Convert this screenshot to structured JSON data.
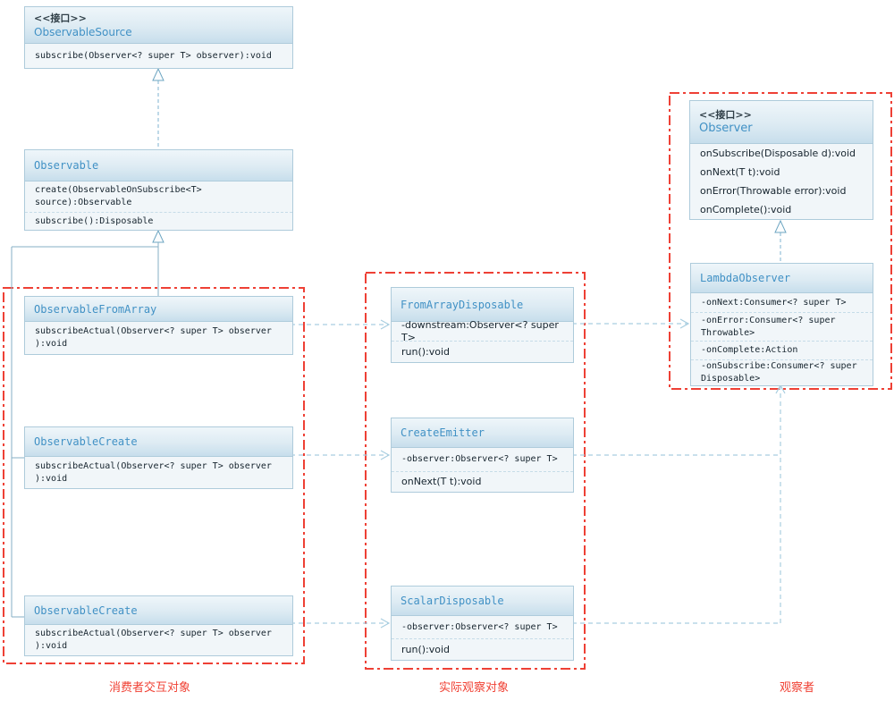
{
  "colors": {
    "class_title": "#4191c5",
    "box_border": "#aecbdb",
    "header_gradient_top": "#eff6fa",
    "header_gradient_bottom": "#c7deec",
    "body_background": "#f1f6f9",
    "solid_line": "#86afc6",
    "dashed_dependency_line": "#a9cee0",
    "group_border_red": "#ee4035",
    "group_label_red": "#f04134"
  },
  "classes": {
    "observable_source": {
      "stereotype": "<<接口>>",
      "name": "ObservableSource",
      "members": {
        "m1": "subscribe(Observer<? super T> observer):void"
      }
    },
    "observable": {
      "name": "Observable",
      "members": {
        "m1a": "create(ObservableOnSubscribe<T>",
        "m1b": "source):Observable",
        "m2": "subscribe():Disposable"
      }
    },
    "observable_from_array": {
      "name": "ObservableFromArray",
      "members": {
        "m1a": "subscribeActual(Observer<? super T> observer",
        "m1b": "):void"
      }
    },
    "observable_create_1": {
      "name": "ObservableCreate",
      "members": {
        "m1a": "subscribeActual(Observer<? super T> observer",
        "m1b": "):void"
      }
    },
    "observable_create_2": {
      "name": "ObservableCreate",
      "members": {
        "m1a": "subscribeActual(Observer<? super T> observer",
        "m1b": "):void"
      }
    },
    "from_array_disposable": {
      "name": "FromArrayDisposable",
      "members": {
        "f1": "-downstream:Observer<? super T>",
        "m1": "run():void"
      }
    },
    "create_emitter": {
      "name": "CreateEmitter",
      "members": {
        "f1": "-observer:Observer<? super T>",
        "m1": "onNext(T t):void"
      }
    },
    "scalar_disposable": {
      "name": "ScalarDisposable",
      "members": {
        "f1": "-observer:Observer<? super T>",
        "m1": "run():void"
      }
    },
    "observer_interface": {
      "stereotype": "<<接口>>",
      "name": "Observer",
      "members": {
        "m1": "onSubscribe(Disposable d):void",
        "m2": "onNext(T t):void",
        "m3": "onError(Throwable error):void",
        "m4": "onComplete():void"
      }
    },
    "lambda_observer": {
      "name": "LambdaObserver",
      "members": {
        "f1": "-onNext:Consumer<? super T>",
        "f2a": "-onError:Consumer<? super",
        "f2b": "Throwable>",
        "f3": "-onComplete:Action",
        "f4a": "-onSubscribe:Consumer<? super",
        "f4b": "Disposable>"
      }
    }
  },
  "group_labels": {
    "consumers": "消费者交互对象",
    "actual_observers": "实际观察对象",
    "observers": "观察者"
  }
}
